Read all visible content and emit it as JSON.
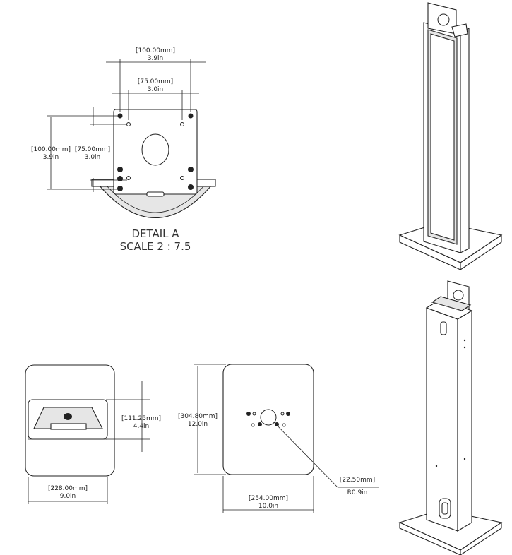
{
  "detail_a": {
    "dim_top_outer": {
      "mm": "[100.00mm]",
      "in": "3.9in"
    },
    "dim_top_inner": {
      "mm": "[75.00mm]",
      "in": "3.0in"
    },
    "dim_left_outer": {
      "mm": "[100.00mm]",
      "in": "3.9in"
    },
    "dim_left_inner": {
      "mm": "[75.00mm]",
      "in": "3.0in"
    },
    "caption_line1": "DETAIL A",
    "caption_line2": "SCALE 2 : 7.5"
  },
  "bottom_views": {
    "side_height": {
      "mm": "[111.25mm]",
      "in": "4.4in"
    },
    "side_width": {
      "mm": "[228.00mm]",
      "in": "9.0in"
    },
    "base_height": {
      "mm": "[304.80mm]",
      "in": "12.0in"
    },
    "base_width": {
      "mm": "[254.00mm]",
      "in": "10.0in"
    },
    "radius": {
      "mm": "[22.50mm]",
      "in": "R0.9in"
    }
  }
}
